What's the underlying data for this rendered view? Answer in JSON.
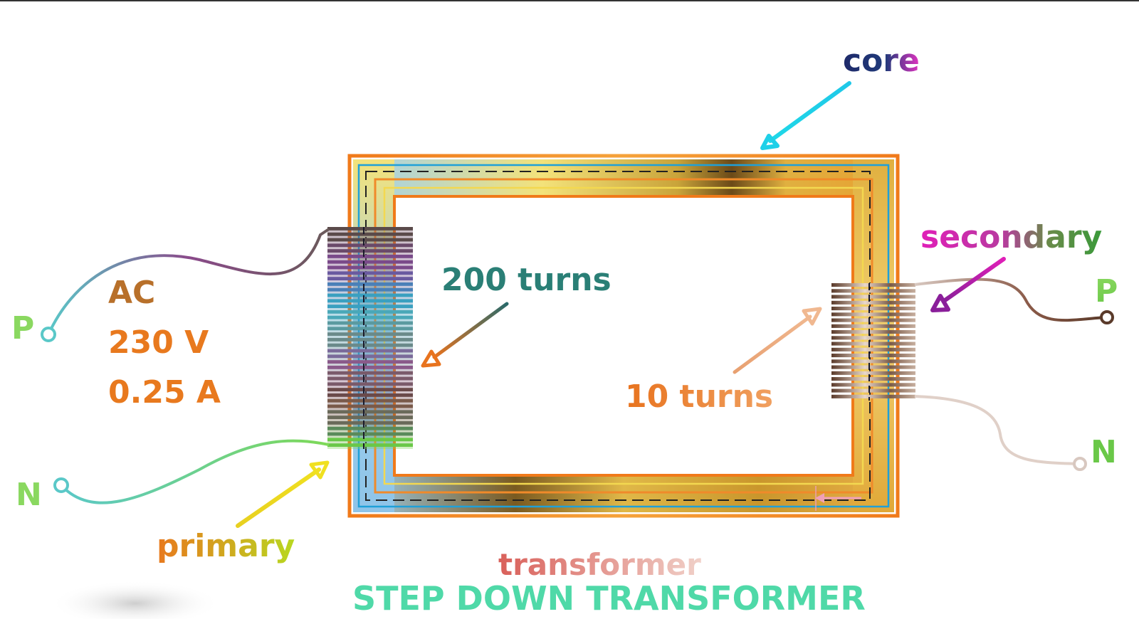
{
  "labels": {
    "core": "core",
    "secondary": "secondary",
    "primary": "primary",
    "primary_turns": "200 turns",
    "secondary_turns": "10 turns",
    "ac": "AC",
    "voltage": "230 V",
    "current": "0.25 A",
    "p_left": "P",
    "n_left": "N",
    "p_right": "P",
    "n_right": "N",
    "subtitle": "transformer",
    "title": "STEP DOWN TRANSFORMER"
  },
  "colors": {
    "core_orange": "#f07a1a",
    "core_gold": "#d9a020",
    "core_blue": "#8fc4e8",
    "primary_text": "#e88a1a",
    "turns_teal": "#2a7f76",
    "ac_orange": "#e8791e",
    "secondary_magenta": "#e01fb8",
    "secondary_green": "#3a9a3a",
    "core_navy": "#1f2a6a",
    "core_pink": "#e033c0",
    "pn_green": "#7ed957",
    "title_teal": "#4fd9a8",
    "subtitle_red": "#d9605a"
  }
}
